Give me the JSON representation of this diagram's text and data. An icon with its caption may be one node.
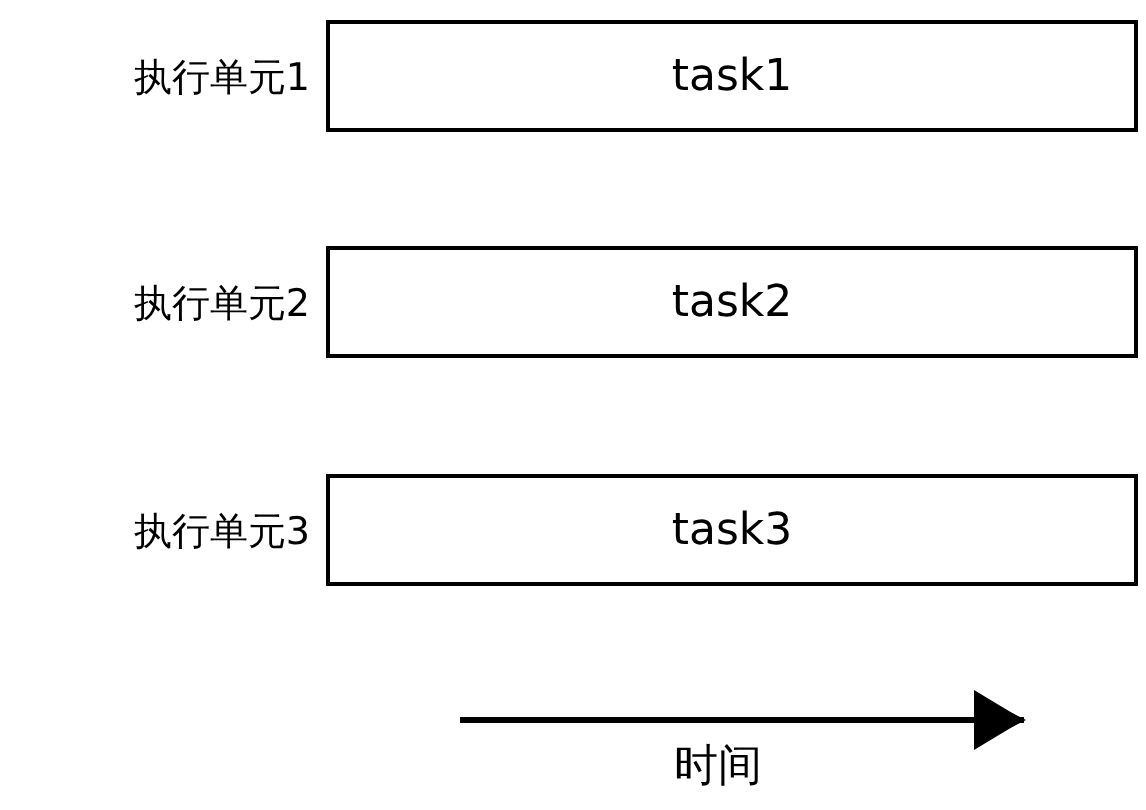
{
  "diagram": {
    "nodes": [
      {
        "text": [
          "task1"
        ],
        "beside": [
          "执行单元1"
        ]
      },
      {
        "text": [
          "task2"
        ],
        "beside": [
          "执行单元2"
        ]
      },
      {
        "text": [
          "task3"
        ],
        "beside": [
          "执行单元3"
        ]
      }
    ],
    "labels": [
      "时间"
    ]
  }
}
